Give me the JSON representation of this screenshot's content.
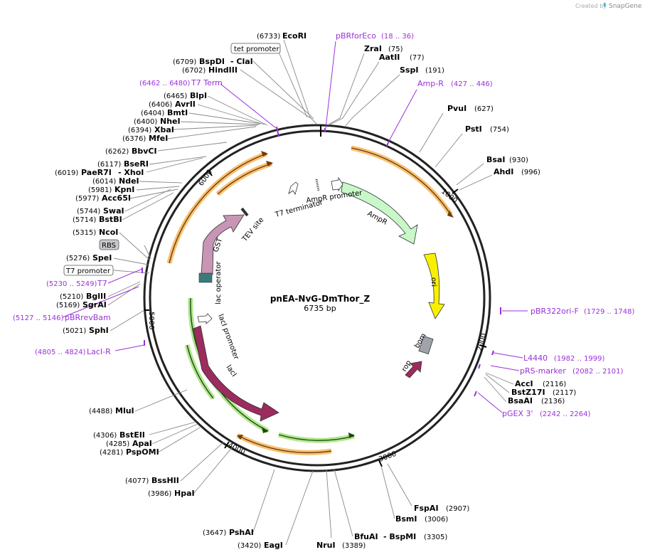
{
  "credit": {
    "prefix": "Created by",
    "brand": "SnapGene"
  },
  "plasmid": {
    "name": "pnEA-NvG-DmThor_Z",
    "length": "6735 bp"
  },
  "ticks": [
    "1000",
    "2000",
    "3000",
    "4000",
    "5000",
    "6000"
  ],
  "colors": {
    "primer": "#9b30d9",
    "orf_fill": "#c8f8c8",
    "gst": "#c995b4",
    "laci": "#9c2b5e",
    "ori": "#f8f000",
    "bom": "#a0a4aa",
    "mcs_orange": "#f6b24c",
    "mcs_green": "#9fe070"
  },
  "sites": [
    {
      "name": "EcoRI",
      "pos": "(6733)"
    },
    {
      "name": "ZraI",
      "pos": "(75)"
    },
    {
      "name": "AatII",
      "pos": "(77)"
    },
    {
      "name": "SspI",
      "pos": "(191)"
    },
    {
      "name": "PvuI",
      "pos": "(627)"
    },
    {
      "name": "PstI",
      "pos": "(754)"
    },
    {
      "name": "BsaI",
      "pos": "(930)"
    },
    {
      "name": "AhdI",
      "pos": "(996)"
    },
    {
      "name": "AccI",
      "pos": "(2116)"
    },
    {
      "name": "BstZ17I",
      "pos": "(2117)"
    },
    {
      "name": "BsaAI",
      "pos": "(2136)"
    },
    {
      "name": "FspAI",
      "pos": "(2907)"
    },
    {
      "name": "BsmI",
      "pos": "(3006)"
    },
    {
      "name": "BfuAI",
      "pos": "(3305)"
    },
    {
      "name": "- BspMI",
      "pos": ""
    },
    {
      "name": "NruI",
      "pos": "(3389)"
    },
    {
      "name": "EagI",
      "pos": "(3420)"
    },
    {
      "name": "PshAI",
      "pos": "(3647)"
    },
    {
      "name": "HpaI",
      "pos": "(3986)"
    },
    {
      "name": "BssHII",
      "pos": "(4077)"
    },
    {
      "name": "PspOMI",
      "pos": "(4281)"
    },
    {
      "name": "ApaI",
      "pos": "(4285)"
    },
    {
      "name": "BstEII",
      "pos": "(4306)"
    },
    {
      "name": "MluI",
      "pos": "(4488)"
    },
    {
      "name": "SphI",
      "pos": "(5021)"
    },
    {
      "name": "SgrAI",
      "pos": "(5169)"
    },
    {
      "name": "BglII",
      "pos": "(5210)"
    },
    {
      "name": "SpeI",
      "pos": "(5276)"
    },
    {
      "name": "NcoI",
      "pos": "(5315)"
    },
    {
      "name": "BstBI",
      "pos": "(5714)"
    },
    {
      "name": "SwaI",
      "pos": "(5744)"
    },
    {
      "name": "Acc65I",
      "pos": "(5977)"
    },
    {
      "name": "KpnI",
      "pos": "(5981)"
    },
    {
      "name": "NdeI",
      "pos": "(6014)"
    },
    {
      "name": "PaeR7I",
      "pos": "(6019)"
    },
    {
      "name": "- XhoI",
      "pos": ""
    },
    {
      "name": "BseRI",
      "pos": "(6117)"
    },
    {
      "name": "BbvCI",
      "pos": "(6262)"
    },
    {
      "name": "MfeI",
      "pos": "(6376)"
    },
    {
      "name": "XbaI",
      "pos": "(6394)"
    },
    {
      "name": "NheI",
      "pos": "(6400)"
    },
    {
      "name": "BmtI",
      "pos": "(6404)"
    },
    {
      "name": "AvrII",
      "pos": "(6406)"
    },
    {
      "name": "BlpI",
      "pos": "(6465)"
    },
    {
      "name": "HindIII",
      "pos": "(6702)"
    },
    {
      "name": "BspDI",
      "pos": "(6709)"
    },
    {
      "name": "- ClaI",
      "pos": ""
    }
  ],
  "primers": [
    {
      "name": "pBRforEco",
      "range": "(18 .. 36)"
    },
    {
      "name": "Amp-R",
      "range": "(427 .. 446)"
    },
    {
      "name": "pBR322ori-F",
      "range": "(1729 .. 1748)"
    },
    {
      "name": "L4440",
      "range": "(1982 .. 1999)"
    },
    {
      "name": "pRS-marker",
      "range": "(2082 .. 2101)"
    },
    {
      "name": "pGEX 3'",
      "range": "(2242 .. 2264)"
    },
    {
      "name": "LacI-R",
      "range": "(4805 .. 4824)"
    },
    {
      "name": "pBRrevBam",
      "range": "(5127 .. 5146)"
    },
    {
      "name": "T7",
      "range": "(5230 .. 5249)"
    },
    {
      "name": "T7 Term",
      "range": "(6462 .. 6480)"
    }
  ],
  "boxed": {
    "tet_promoter": "tet promoter",
    "rbs": "RBS",
    "t7_promoter": "T7 promoter"
  },
  "features": {
    "ampr_promoter": "AmpR promoter",
    "ampr": "AmpR",
    "t7_terminator": "T7 terminator",
    "tev_site": "TEV site",
    "gst": "GST",
    "lac_operator": "lac operator",
    "laci_promoter": "lacI promoter",
    "laci": "lacI",
    "ori": "ori",
    "bom": "bom",
    "rop": "rop"
  }
}
